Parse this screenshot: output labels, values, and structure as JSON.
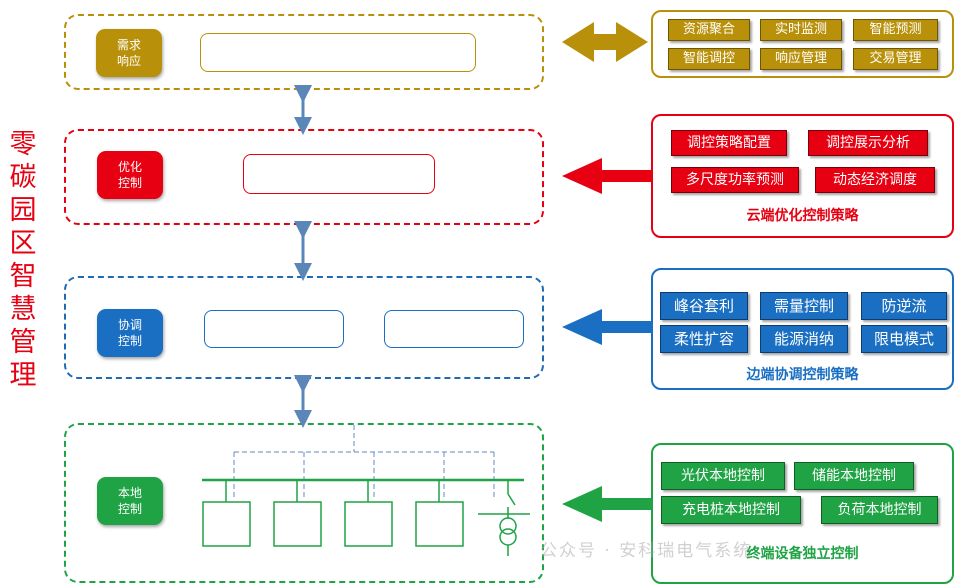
{
  "vertical_title": [
    "零",
    "碳",
    "园",
    "区",
    "智",
    "慧",
    "管",
    "理"
  ],
  "layers": {
    "demand": {
      "line1": "需求",
      "line2": "响应"
    },
    "optimize": {
      "line1": "优化",
      "line2": "控制"
    },
    "coordinate": {
      "line1": "协调",
      "line2": "控制"
    },
    "local": {
      "line1": "本地",
      "line2": "控制"
    }
  },
  "panels": {
    "demand": {
      "items": [
        "资源聚合",
        "实时监测",
        "智能预测",
        "智能调控",
        "响应管理",
        "交易管理"
      ]
    },
    "optimize": {
      "items": [
        "调控策略配置",
        "调控展示分析",
        "多尺度功率预测",
        "动态经济调度"
      ],
      "caption": "云端优化控制策略"
    },
    "coordinate": {
      "items": [
        "峰谷套利",
        "需量控制",
        "防逆流",
        "柔性扩容",
        "能源消纳",
        "限电模式"
      ],
      "caption": "边端协调控制策略"
    },
    "local": {
      "items": [
        "光伏本地控制",
        "储能本地控制",
        "充电桩本地控制",
        "负荷本地控制"
      ],
      "caption": "终端设备独立控制"
    }
  },
  "watermark": "公众号 · 安科瑞电气系统",
  "colors": {
    "gold": "#b8900a",
    "red": "#e60012",
    "blue": "#1a6fc2",
    "green": "#1fa345",
    "connector": "#5b86b8"
  }
}
